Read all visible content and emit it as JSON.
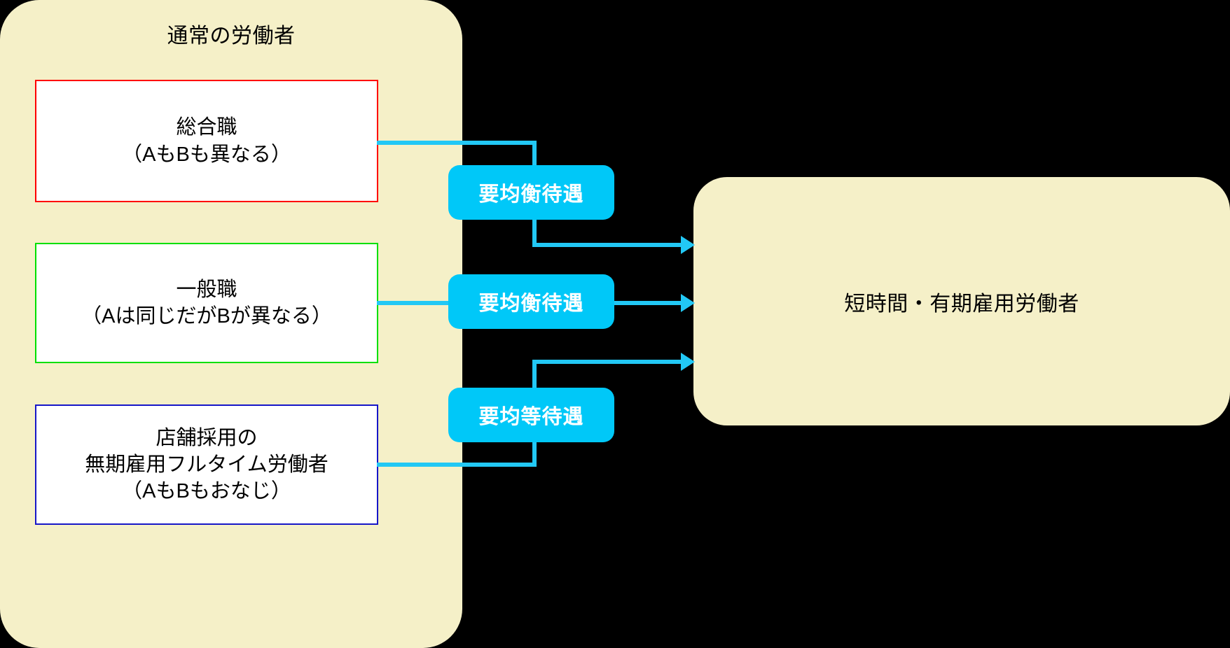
{
  "diagram": {
    "title_left": "通常の労働者",
    "left_boxes": [
      {
        "id": "sogoshoku",
        "line1": "総合職",
        "line2": "（AもBも異なる）",
        "line3": "",
        "border_color": "#FF0000"
      },
      {
        "id": "ippanshoku",
        "line1": "一般職",
        "line2": "（Aは同じだがBが異なる）",
        "line3": "",
        "border_color": "#00E000"
      },
      {
        "id": "tempo-saiyo",
        "line1": "店舗採用の",
        "line2": "無期雇用フルタイム労働者",
        "line3": "（AもBもおなじ）",
        "border_color": "#1616C8"
      }
    ],
    "pills": [
      {
        "id": "kinko-1",
        "label": "要均衡待遇"
      },
      {
        "id": "kinko-2",
        "label": "要均衡待遇"
      },
      {
        "id": "kinto-1",
        "label": "要均等待遇"
      }
    ],
    "right_box": {
      "label": "短時間・有期雇用労働者"
    },
    "colors": {
      "panel_fill": "#F5F0C8",
      "pill_fill": "#00C8F8",
      "connector": "#22C8F5",
      "box_fill": "#FFFFFF",
      "background": "#000000",
      "text": "#000000",
      "pill_text": "#FFFFFF"
    }
  }
}
